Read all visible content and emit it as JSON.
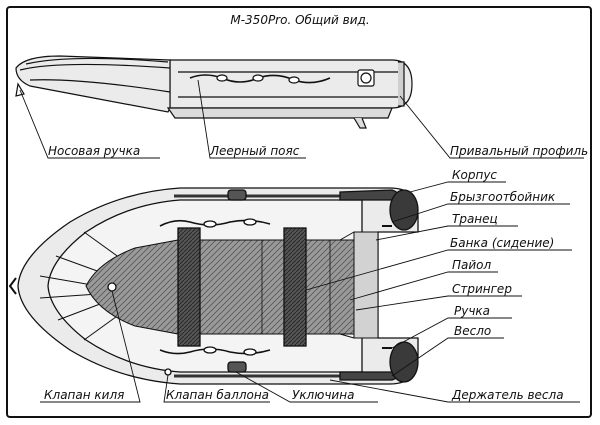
{
  "title": "M-350Pro. Общий вид.",
  "labels": {
    "nose_handle": "Носовая ручка",
    "lifeline": "Леерный пояс",
    "rubbing_strake": "Привальный профиль",
    "hull": "Корпус",
    "spray_deflector": "Брызгоотбойник",
    "transom": "Транец",
    "seat": "Банка (сидение)",
    "floor": "Пайол",
    "stringer": "Стрингер",
    "handle": "Ручка",
    "oar": "Весло",
    "keel_valve": "Клапан киля",
    "tube_valve": "Клапан баллона",
    "oarlock": "Уключина",
    "oar_holder": "Держатель весла"
  },
  "colors": {
    "line": "#111111",
    "hull": "#ebebeb",
    "dark": "#3a3a3a",
    "floor": "#8c8c8c"
  }
}
